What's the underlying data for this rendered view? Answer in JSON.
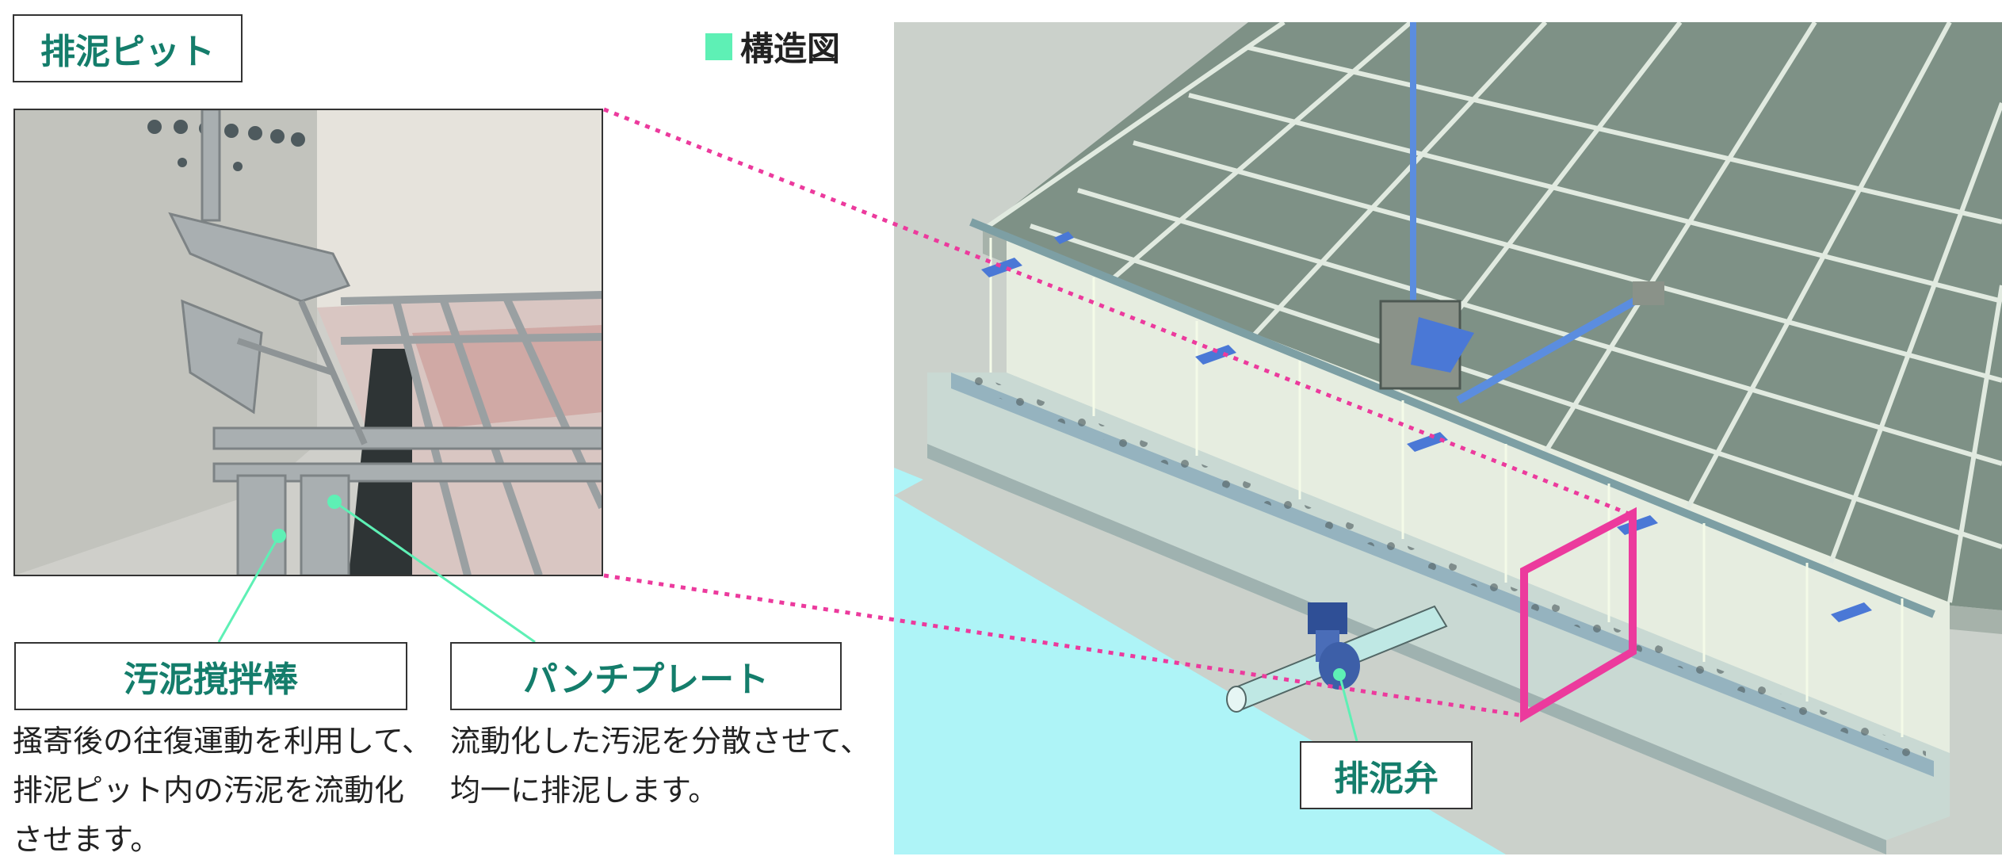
{
  "title": "排泥ピット",
  "legend": {
    "label": "構造図",
    "color": "#5ef0b5"
  },
  "callouts": {
    "stirring_rod": {
      "title": "汚泥撹拌棒",
      "desc_lines": [
        "掻寄後の往復運動を利用して、",
        "排泥ピット内の汚泥を流動化",
        "させます。"
      ]
    },
    "punch_plate": {
      "title": "パンチプレート",
      "desc_lines": [
        "流動化した汚泥を分散させて、",
        "均一に排泥します。"
      ]
    },
    "drain_valve": {
      "title": "排泥弁"
    }
  },
  "colors": {
    "accent_text": "#147d6b",
    "leader": "#5ef0b5",
    "highlight": "#ec3a9d",
    "water": "#aef4f7",
    "mechanism": "#5b8ddf"
  }
}
